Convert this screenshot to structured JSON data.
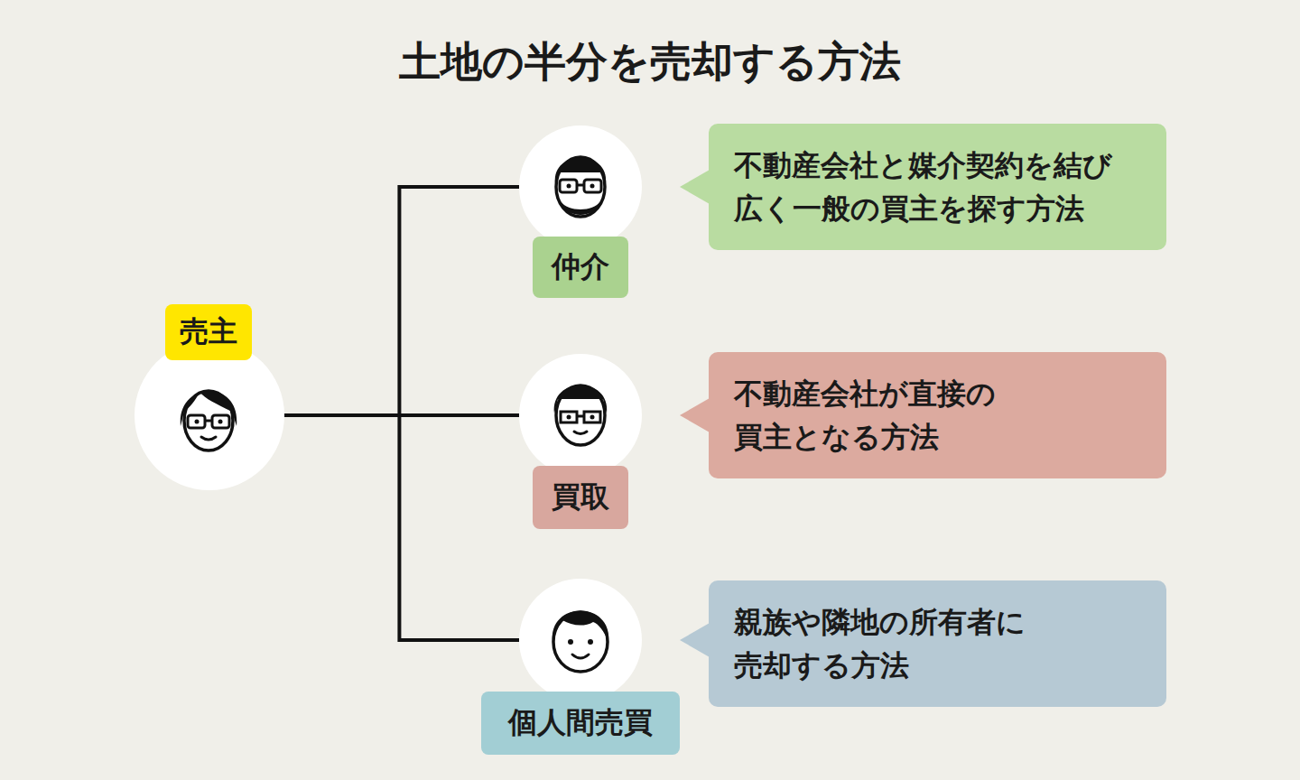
{
  "diagram": {
    "title": "土地の半分を売却する方法",
    "nodes": [
      {
        "text": [
          "売主"
        ]
      },
      {
        "text": [
          "仲介"
        ]
      },
      {
        "text": [
          "不動産会社と媒介契約を結び 広く一般の買主を探す方法"
        ]
      },
      {
        "text": [
          "買取"
        ]
      },
      {
        "text": [
          "不動産会社が直接の 買主となる方法"
        ]
      },
      {
        "text": [
          "個人間売買"
        ]
      },
      {
        "text": [
          "親族や隣地の所有者に 売却する方法"
        ]
      }
    ],
    "edges": [
      {
        "from": 0,
        "to": 1,
        "arrow": "none"
      },
      {
        "from": 0,
        "to": 3,
        "arrow": "none"
      },
      {
        "from": 0,
        "to": 5,
        "arrow": "none"
      }
    ]
  }
}
